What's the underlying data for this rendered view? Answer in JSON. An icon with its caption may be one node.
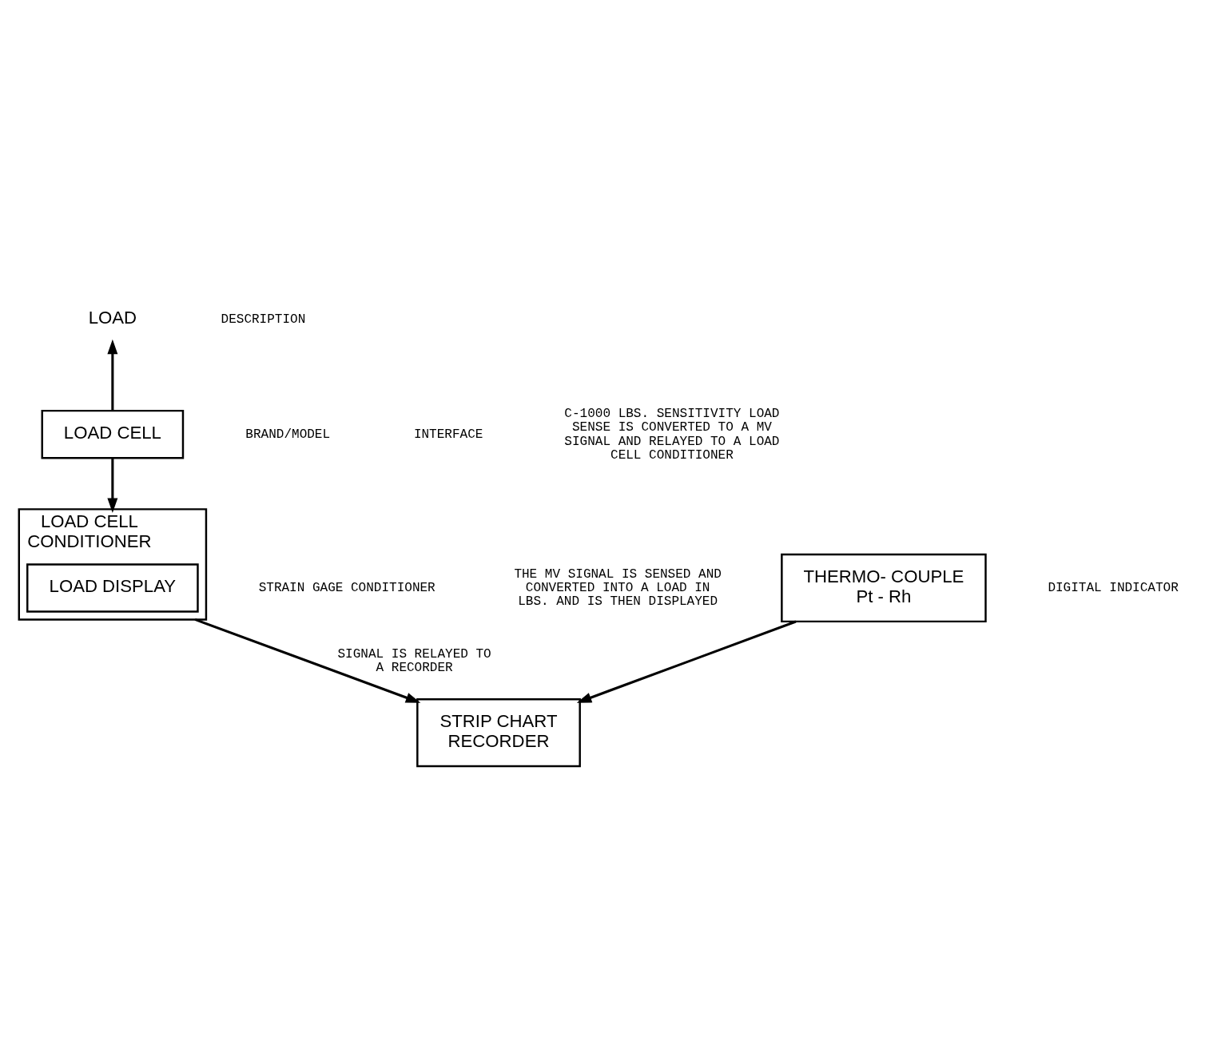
{
  "diagram": {
    "nodes": [
      {
        "text": [
          "LOAD"
        ]
      },
      {
        "text": [
          "LOAD CELL"
        ]
      },
      {
        "text": [
          "LOAD CELL CONDITIONER"
        ]
      },
      {
        "text": [
          "LOAD DISPLAY"
        ],
        "in": 2
      },
      {
        "text": [
          "THERMO- COUPLE",
          "Pt - Rh"
        ]
      },
      {
        "text": [
          "STRIP CHART RECORDER"
        ]
      }
    ],
    "edges": [
      {
        "from": 1,
        "to": 0,
        "arrow": "to"
      },
      {
        "from": 1,
        "to": 2,
        "arrow": "to"
      },
      {
        "from": 2,
        "to": 5,
        "arrow": "to",
        "label": "SIGNAL IS RELAYED TO A RECORDER"
      },
      {
        "from": 4,
        "to": 5,
        "arrow": "to"
      }
    ],
    "labels": [
      "BRAND/MODEL",
      "INTERFACE",
      "DESCRIPTION",
      "C-1000 LBS. SENSITIVITY LOAD SENSE IS CONVERTED TO A MV SIGNAL AND RELAYED TO A LOAD CELL CONDITIONER",
      "STRAIN GAGE CONDITIONER",
      "THE MV SIGNAL IS SENSED AND CONVERTED INTO A LOAD IN LBS. AND IS THEN DISPLAYED",
      "DIGITAL INDICATOR"
    ]
  }
}
